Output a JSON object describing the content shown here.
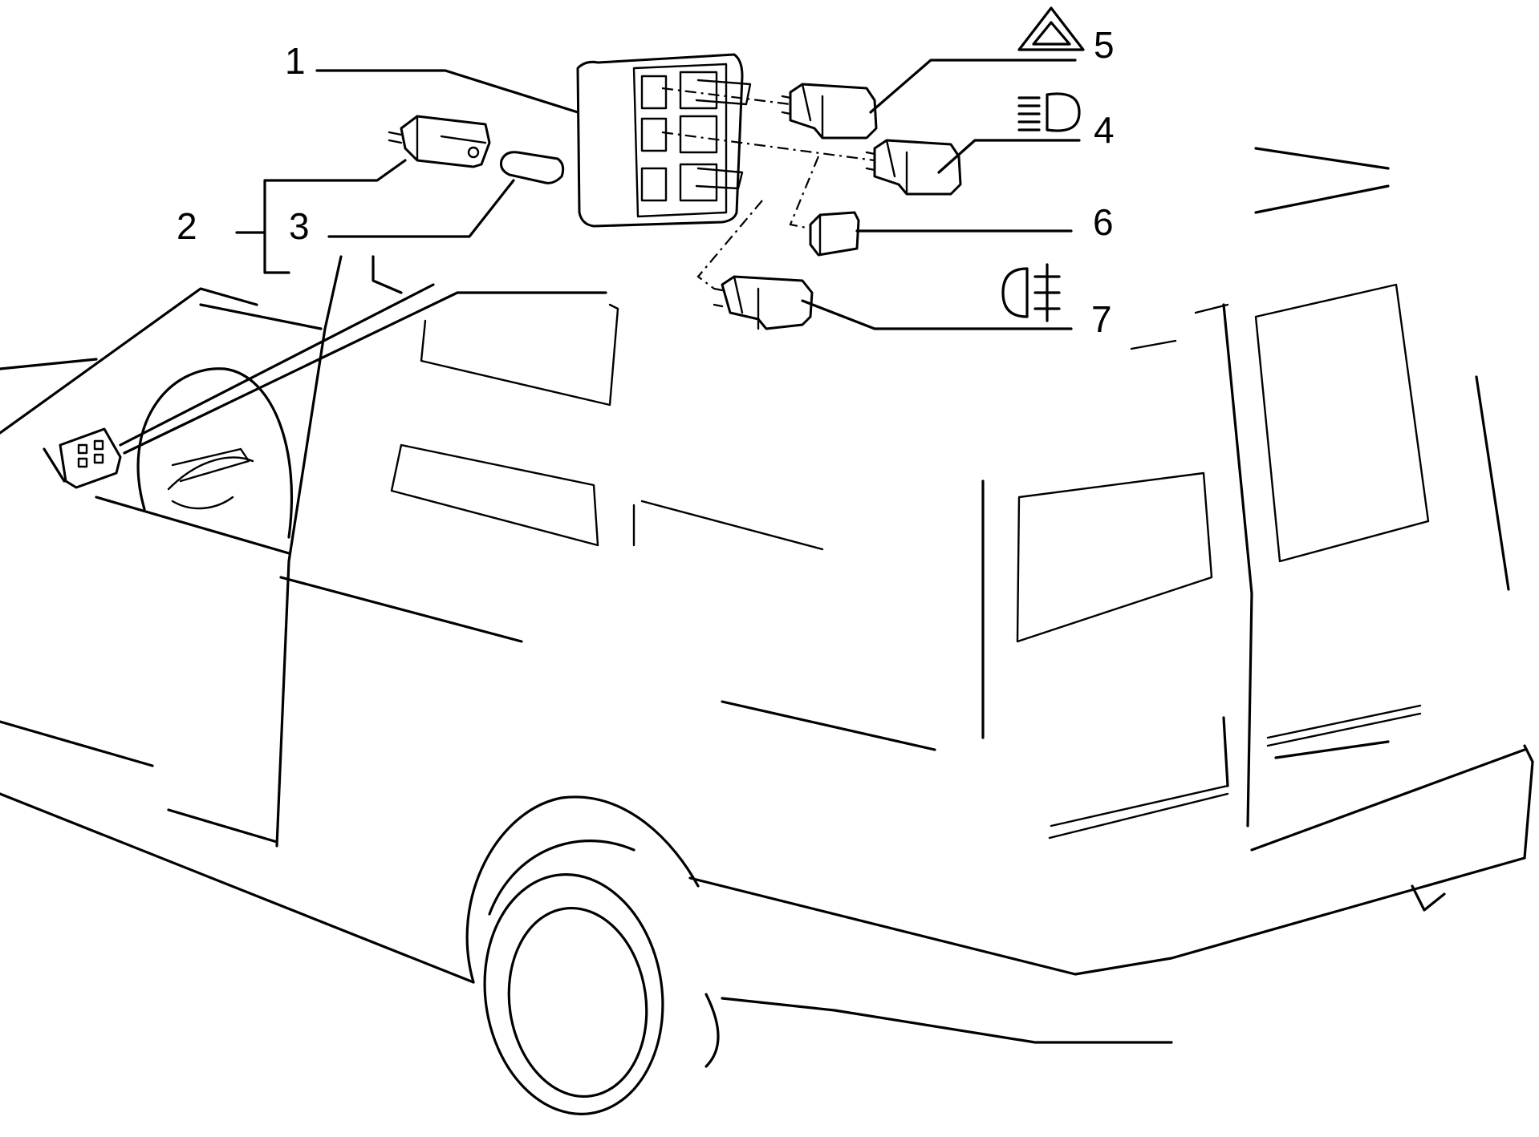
{
  "diagram": {
    "callouts": [
      {
        "id": "1",
        "label": "1"
      },
      {
        "id": "2",
        "label": "2"
      },
      {
        "id": "3",
        "label": "3"
      },
      {
        "id": "4",
        "label": "4"
      },
      {
        "id": "5",
        "label": "5"
      },
      {
        "id": "6",
        "label": "6"
      },
      {
        "id": "7",
        "label": "7"
      }
    ],
    "symbols": {
      "hazard": "hazard-warning-icon",
      "headlamp": "headlamp-icon",
      "rear_fog": "rear-fog-lamp-icon"
    },
    "line_color": "#000000",
    "background": "#ffffff"
  }
}
